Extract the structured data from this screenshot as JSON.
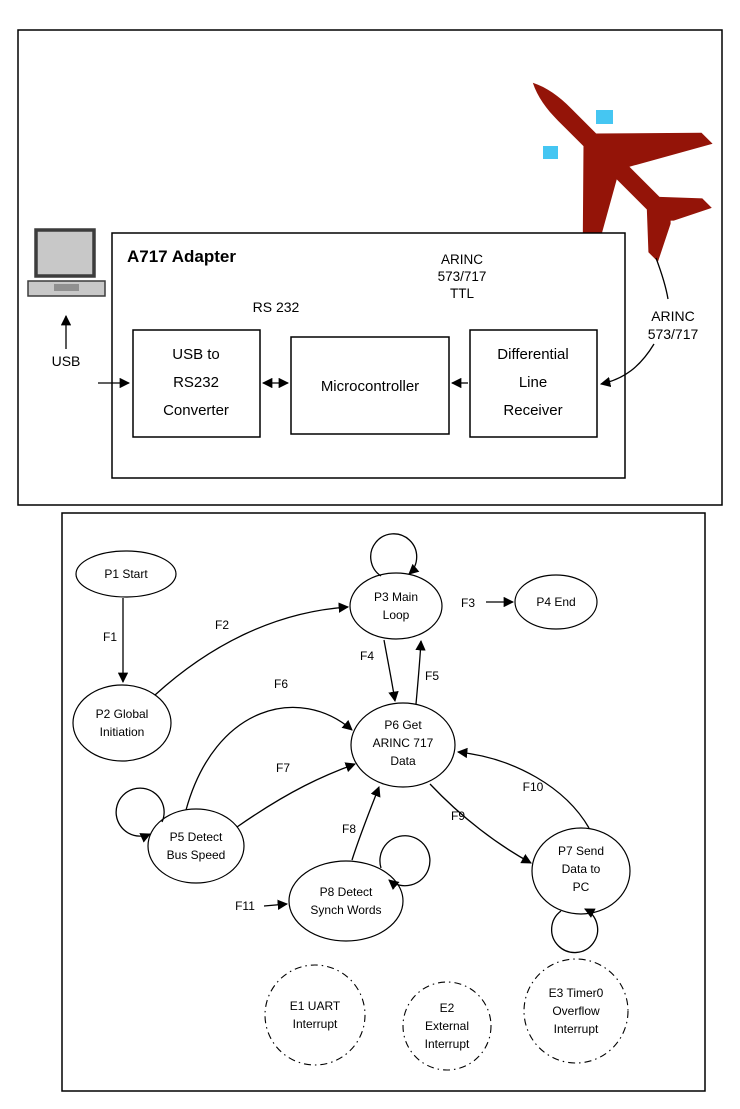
{
  "colors": {
    "plane": "#941408",
    "window": "#45c6f2",
    "laptop_fill": "#c8c8c8",
    "laptop_dark": "#3c3c3c",
    "line": "#000000"
  },
  "adapter": {
    "title": "A717 Adapter",
    "usb_label": "USB",
    "rs232_label": "RS 232",
    "ttl_label": {
      "lines": [
        "ARINC",
        "573/717",
        "TTL"
      ]
    },
    "arinc_label": {
      "lines": [
        "ARINC",
        "573/717"
      ]
    },
    "boxes": {
      "converter": {
        "lines": [
          "USB to",
          "RS232",
          "Converter"
        ]
      },
      "microcontroller": {
        "lines": [
          "Microcontroller"
        ]
      },
      "receiver": {
        "lines": [
          "Differential",
          "Line",
          "Receiver"
        ]
      }
    }
  },
  "fsm": {
    "states": {
      "p1": {
        "lines": [
          "P1 Start"
        ]
      },
      "p2": {
        "lines": [
          "P2 Global",
          "Initiation"
        ]
      },
      "p3": {
        "lines": [
          "P3 Main",
          "Loop"
        ]
      },
      "p4": {
        "lines": [
          "P4 End"
        ]
      },
      "p5": {
        "lines": [
          "P5 Detect",
          "Bus Speed"
        ]
      },
      "p6": {
        "lines": [
          "P6 Get",
          "ARINC 717",
          "Data"
        ]
      },
      "p7": {
        "lines": [
          "P7 Send",
          "Data to",
          "PC"
        ]
      },
      "p8": {
        "lines": [
          "P8 Detect",
          "Synch Words"
        ]
      }
    },
    "interrupts": {
      "e1": {
        "lines": [
          "E1 UART",
          "Interrupt"
        ]
      },
      "e2": {
        "lines": [
          "E2",
          "External",
          "Interrupt"
        ]
      },
      "e3": {
        "lines": [
          "E3 Timer0",
          "Overflow",
          "Interrupt"
        ]
      }
    },
    "edges": {
      "f1": "F1",
      "f2": "F2",
      "f3": "F3",
      "f4": "F4",
      "f5": "F5",
      "f6": "F6",
      "f7": "F7",
      "f8": "F8",
      "f9": "F9",
      "f10": "F10",
      "f11": "F11"
    }
  }
}
